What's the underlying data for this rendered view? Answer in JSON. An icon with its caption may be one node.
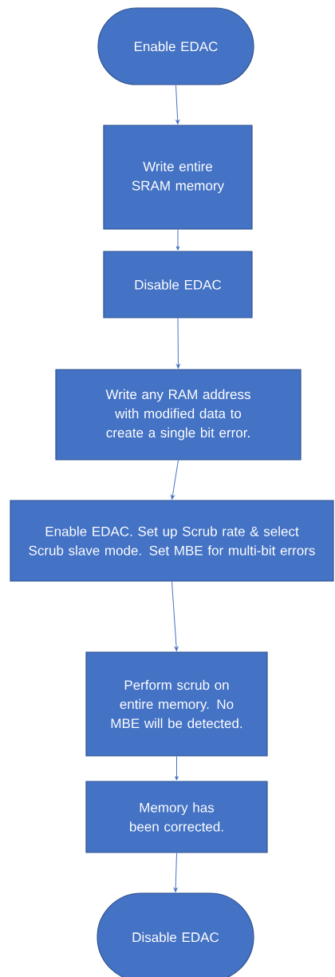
{
  "diagram": {
    "nodes": [
      {
        "text": [
          "Enable EDAC"
        ]
      },
      {
        "text": [
          "Write entire SRAM memory"
        ]
      },
      {
        "text": [
          "Disable EDAC"
        ]
      },
      {
        "text": [
          "Write any RAM address with modified data to create a single bit error."
        ]
      },
      {
        "text": [
          "Enable EDAC. Set up Scrub rate & select Scrub slave mode. Set MBE for multi-bit errors"
        ]
      },
      {
        "text": [
          "Perform scrub on entire memory. No MBE will be detected."
        ]
      },
      {
        "text": [
          "Memory has been corrected."
        ]
      },
      {
        "text": [
          "Disable EDAC"
        ]
      }
    ],
    "edges": [
      {
        "from": 0,
        "to": 1,
        "arrow": "to"
      },
      {
        "from": 1,
        "to": 2,
        "arrow": "to"
      },
      {
        "from": 2,
        "to": 3,
        "arrow": "to"
      },
      {
        "from": 3,
        "to": 4,
        "arrow": "to"
      },
      {
        "from": 4,
        "to": 5,
        "arrow": "to"
      },
      {
        "from": 5,
        "to": 6,
        "arrow": "to"
      },
      {
        "from": 6,
        "to": 7,
        "arrow": "to"
      }
    ]
  }
}
